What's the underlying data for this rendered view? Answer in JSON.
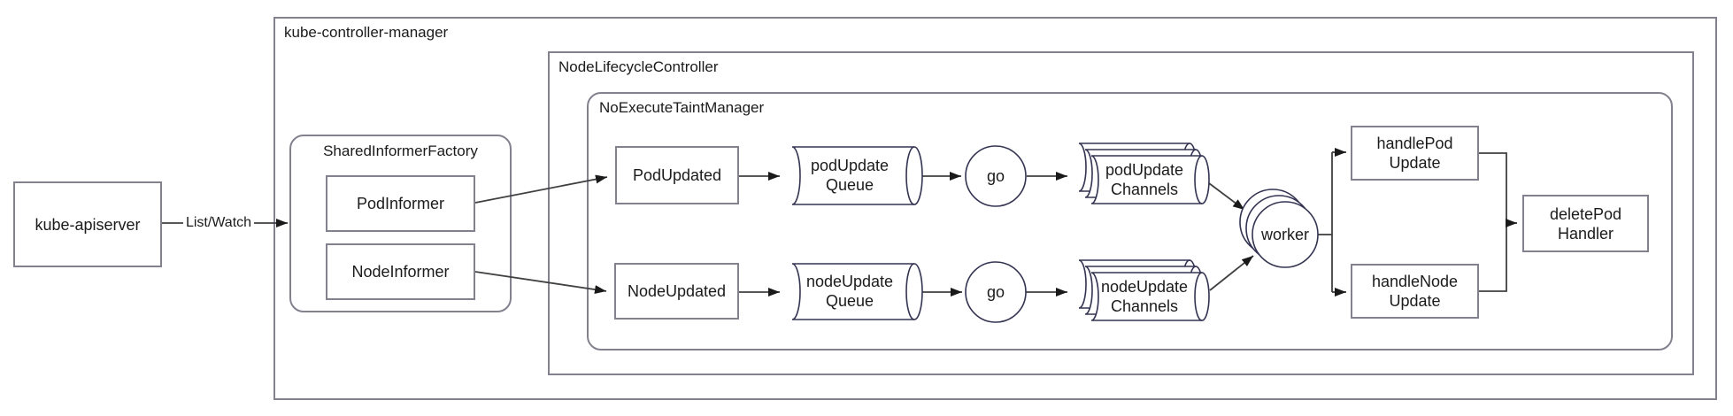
{
  "diagram": {
    "containers": {
      "kube_controller_manager": {
        "label": "kube-controller-manager"
      },
      "node_lifecycle_controller": {
        "label": "NodeLifecycleController"
      },
      "no_execute_taint_manager": {
        "label": "NoExecuteTaintManager"
      },
      "shared_informer_factory": {
        "label": "SharedInformerFactory"
      }
    },
    "nodes": {
      "kube_apiserver": {
        "label": "kube-apiserver"
      },
      "pod_informer": {
        "label": "PodInformer"
      },
      "node_informer": {
        "label": "NodeInformer"
      },
      "pod_updated": {
        "label": "PodUpdated"
      },
      "node_updated": {
        "label": "NodeUpdated"
      },
      "pod_update_queue": {
        "label": "podUpdate Queue"
      },
      "node_update_queue": {
        "label": "nodeUpdate Queue"
      },
      "pod_go": {
        "label": "go"
      },
      "node_go": {
        "label": "go"
      },
      "pod_update_channels": {
        "label": "podUpdate Channels"
      },
      "node_update_channels": {
        "label": "nodeUpdate Channels"
      },
      "worker": {
        "label": "worker"
      },
      "handle_pod_update": {
        "label": "handlePod Update"
      },
      "handle_node_update": {
        "label": "handleNode Update"
      },
      "delete_pod_handler": {
        "label": "deletePod Handler"
      }
    },
    "edges": {
      "list_watch": {
        "label": "List/Watch"
      }
    },
    "colors": {
      "box_border": "#82828f",
      "container_border": "#82828f",
      "shape_stroke": "#333352",
      "connector": "#404040",
      "arrowhead": "#1a1a1a",
      "text": "#1b1b1b",
      "background": "#ffffff"
    }
  }
}
